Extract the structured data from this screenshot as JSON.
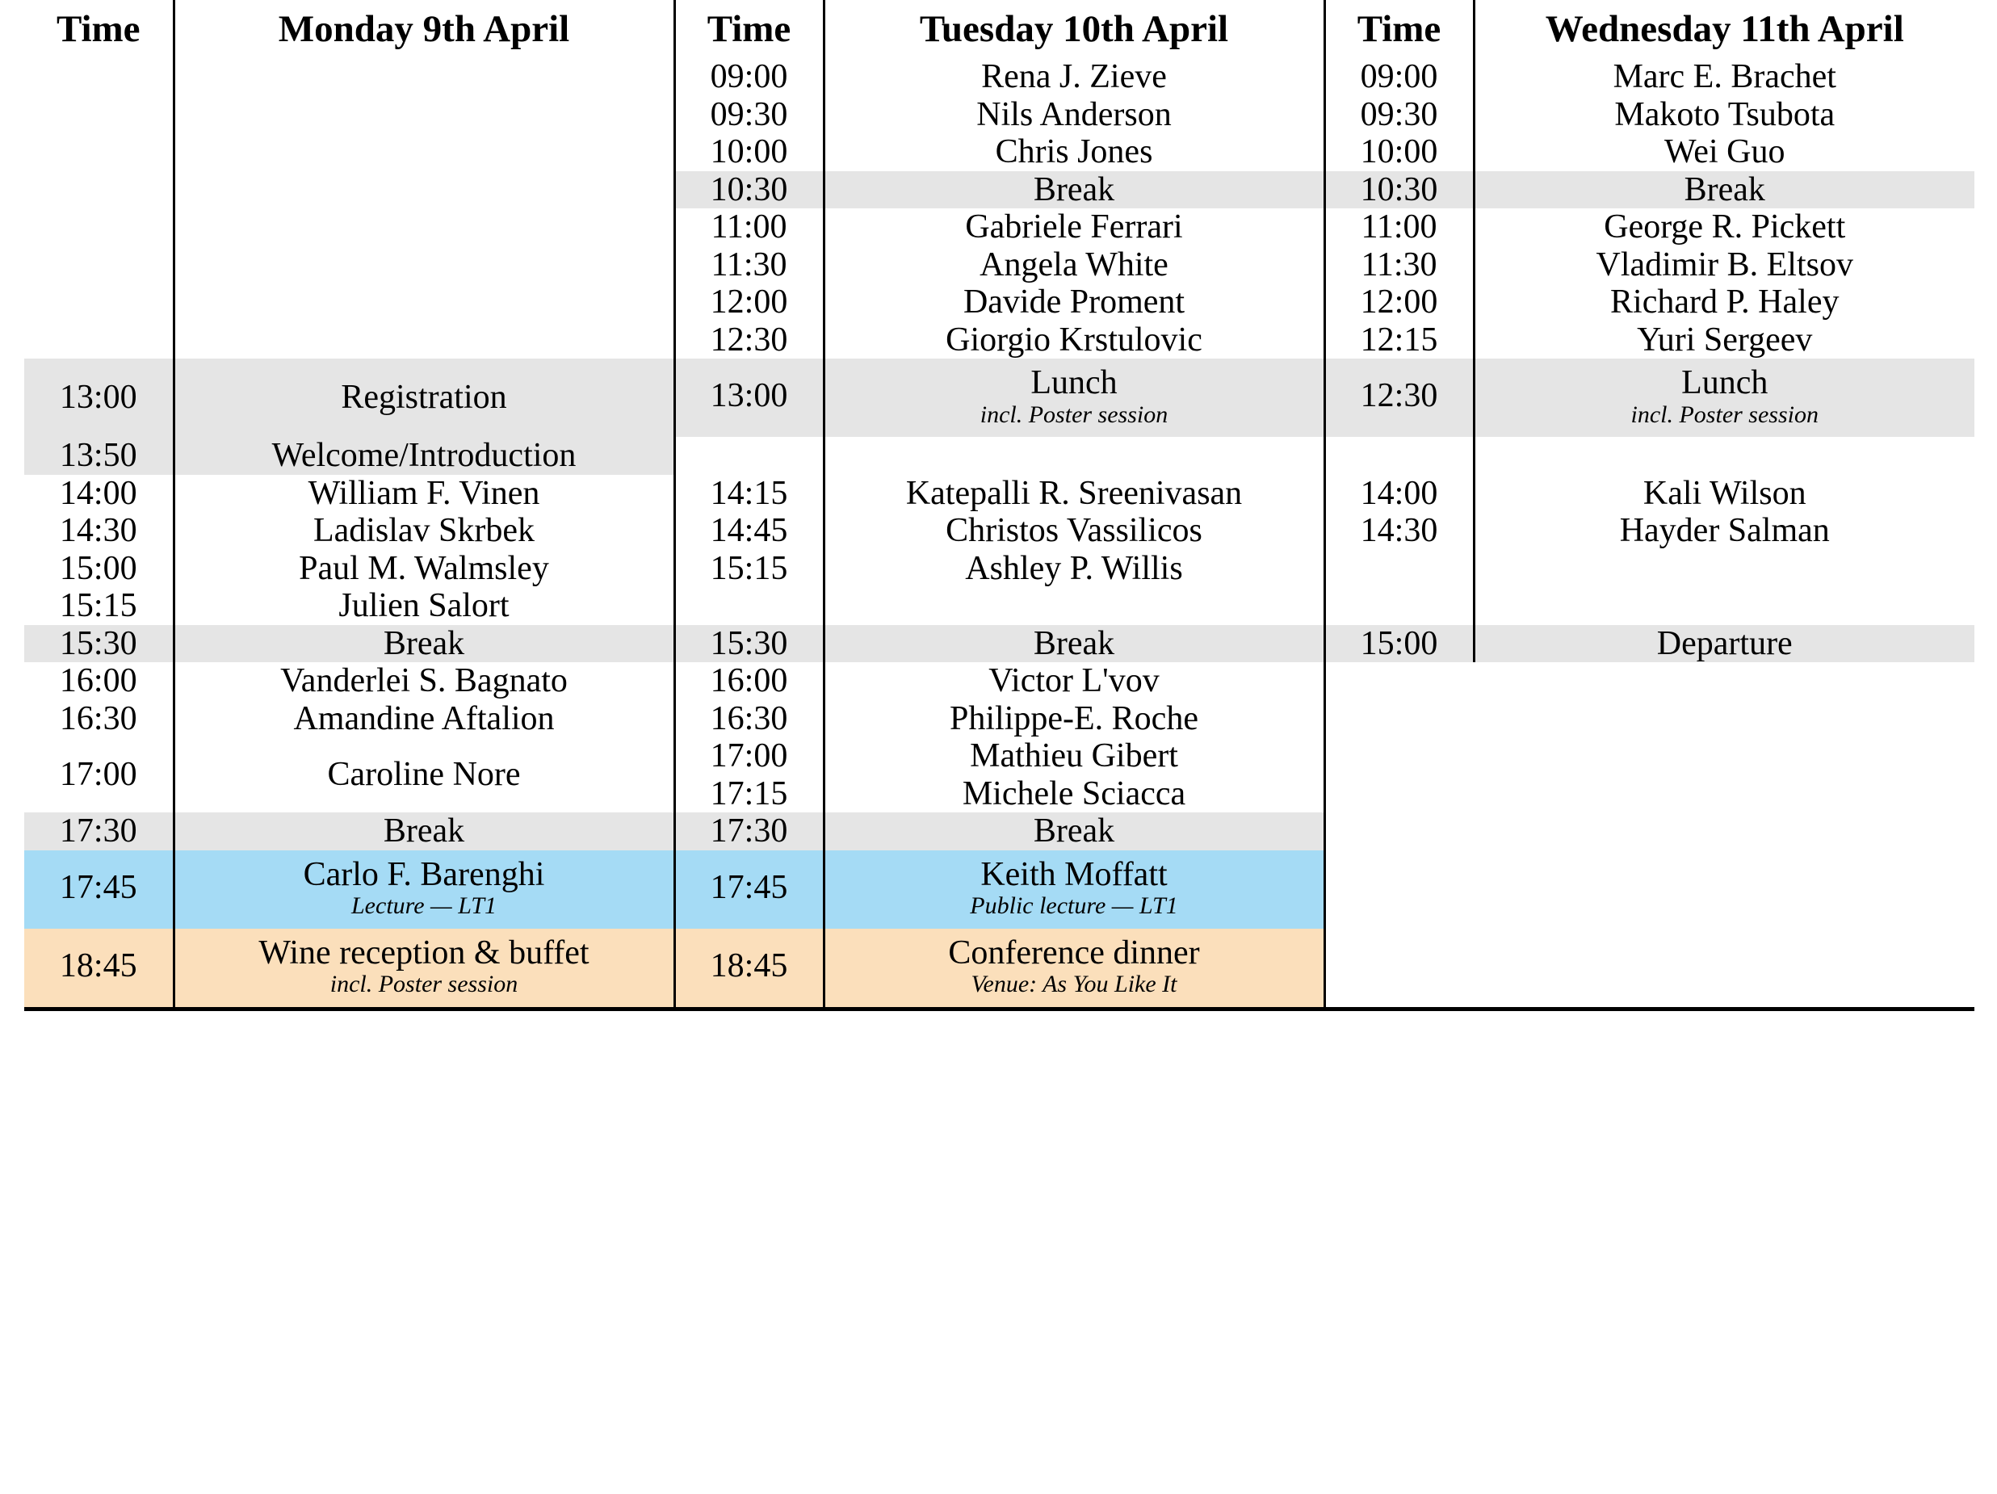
{
  "table": {
    "columns": [
      {
        "time_header": "Time",
        "day_header": "Monday 9th April"
      },
      {
        "time_header": "Time",
        "day_header": "Tuesday 10th April"
      },
      {
        "time_header": "Time",
        "day_header": "Wednesday 11th April"
      }
    ],
    "colors": {
      "break_shade": "#e5e5e5",
      "lecture_blue": "#a5dbf5",
      "social_peach": "#fbdfbb",
      "rule": "#000000"
    },
    "rows": [
      {
        "monday": {
          "time": "",
          "event": ""
        },
        "tuesday": {
          "time": "09:00",
          "event": "Rena J. Zieve"
        },
        "wednesday": {
          "time": "09:00",
          "event": "Marc E. Brachet"
        },
        "style": "plain"
      },
      {
        "monday": {
          "time": "",
          "event": ""
        },
        "tuesday": {
          "time": "09:30",
          "event": "Nils Anderson"
        },
        "wednesday": {
          "time": "09:30",
          "event": "Makoto Tsubota"
        },
        "style": "plain"
      },
      {
        "monday": {
          "time": "",
          "event": ""
        },
        "tuesday": {
          "time": "10:00",
          "event": "Chris Jones"
        },
        "wednesday": {
          "time": "10:00",
          "event": "Wei Guo"
        },
        "style": "plain"
      },
      {
        "monday": {
          "time": "",
          "event": ""
        },
        "tuesday": {
          "time": "10:30",
          "event": "Break"
        },
        "wednesday": {
          "time": "10:30",
          "event": "Break"
        },
        "style": "shade"
      },
      {
        "monday": {
          "time": "",
          "event": ""
        },
        "tuesday": {
          "time": "11:00",
          "event": "Gabriele Ferrari"
        },
        "wednesday": {
          "time": "11:00",
          "event": "George R. Pickett"
        },
        "style": "plain"
      },
      {
        "monday": {
          "time": "",
          "event": ""
        },
        "tuesday": {
          "time": "11:30",
          "event": "Angela White"
        },
        "wednesday": {
          "time": "11:30",
          "event": "Vladimir B. Eltsov"
        },
        "style": "plain"
      },
      {
        "monday": {
          "time": "",
          "event": ""
        },
        "tuesday": {
          "time": "12:00",
          "event": "Davide Proment"
        },
        "wednesday": {
          "time": "12:00",
          "event": "Richard P. Haley"
        },
        "style": "plain"
      },
      {
        "monday": {
          "time": "",
          "event": ""
        },
        "tuesday": {
          "time": "12:30",
          "event": "Giorgio Krstulovic"
        },
        "wednesday": {
          "time": "12:15",
          "event": "Yuri Sergeev"
        },
        "style": "plain"
      },
      {
        "monday": {
          "time": "13:00",
          "event": "Registration"
        },
        "tuesday": {
          "time": "13:00",
          "event": "Lunch",
          "sub": "incl. Poster session"
        },
        "wednesday": {
          "time": "12:30",
          "event": "Lunch",
          "sub": "incl. Poster session"
        },
        "style": "shade"
      },
      {
        "monday": {
          "time": "13:50",
          "event": "Welcome/Introduction"
        },
        "tuesday": {
          "time": "",
          "event": ""
        },
        "wednesday": {
          "time": "",
          "event": ""
        },
        "style": "shade"
      },
      {
        "monday": {
          "time": "14:00",
          "event": "William F. Vinen"
        },
        "tuesday": {
          "time": "14:15",
          "event": "Katepalli R. Sreenivasan"
        },
        "wednesday": {
          "time": "14:00",
          "event": "Kali Wilson"
        },
        "style": "plain"
      },
      {
        "monday": {
          "time": "14:30",
          "event": "Ladislav Skrbek"
        },
        "tuesday": {
          "time": "14:45",
          "event": "Christos Vassilicos"
        },
        "wednesday": {
          "time": "14:30",
          "event": "Hayder Salman"
        },
        "style": "plain"
      },
      {
        "monday": {
          "time": "15:00",
          "event": "Paul M. Walmsley"
        },
        "tuesday": {
          "time": "15:15",
          "event": "Ashley P. Willis"
        },
        "wednesday": {
          "time": "",
          "event": ""
        },
        "style": "plain"
      },
      {
        "monday": {
          "time": "15:15",
          "event": "Julien Salort"
        },
        "tuesday": {
          "time": "",
          "event": ""
        },
        "wednesday": {
          "time": "",
          "event": ""
        },
        "style": "plain"
      },
      {
        "monday": {
          "time": "15:30",
          "event": "Break"
        },
        "tuesday": {
          "time": "15:30",
          "event": "Break"
        },
        "wednesday": {
          "time": "15:00",
          "event": "Departure"
        },
        "style": "shade"
      },
      {
        "monday": {
          "time": "16:00",
          "event": "Vanderlei S. Bagnato"
        },
        "tuesday": {
          "time": "16:00",
          "event": "Victor L'vov"
        },
        "wednesday": {
          "time": "",
          "event": ""
        },
        "style": "plain"
      },
      {
        "monday": {
          "time": "16:30",
          "event": "Amandine Aftalion"
        },
        "tuesday": {
          "time": "16:30",
          "event": "Philippe-E. Roche"
        },
        "wednesday": {
          "time": "",
          "event": ""
        },
        "style": "plain"
      },
      {
        "monday": {
          "time": "17:00",
          "event": "Caroline Nore"
        },
        "tuesday": {
          "time": "17:00",
          "event": "Mathieu Gibert"
        },
        "wednesday": {
          "time": "",
          "event": ""
        },
        "style": "plain"
      },
      {
        "monday": {
          "time": "",
          "event": ""
        },
        "tuesday": {
          "time": "17:15",
          "event": "Michele Sciacca"
        },
        "wednesday": {
          "time": "",
          "event": ""
        },
        "style": "plain"
      },
      {
        "monday": {
          "time": "17:30",
          "event": "Break"
        },
        "tuesday": {
          "time": "17:30",
          "event": "Break"
        },
        "wednesday": {
          "time": "",
          "event": ""
        },
        "style": "shade"
      },
      {
        "monday": {
          "time": "17:45",
          "event": "Carlo F. Barenghi",
          "sub": "Lecture — LT1"
        },
        "tuesday": {
          "time": "17:45",
          "event": "Keith Moffatt",
          "sub": "Public lecture — LT1"
        },
        "wednesday": {
          "time": "",
          "event": ""
        },
        "style": "blue"
      },
      {
        "monday": {
          "time": "18:45",
          "event": "Wine reception & buffet",
          "sub": "incl. Poster session"
        },
        "tuesday": {
          "time": "18:45",
          "event": "Conference dinner",
          "sub": "Venue: As You Like It"
        },
        "wednesday": {
          "time": "",
          "event": ""
        },
        "style": "peach"
      }
    ]
  }
}
